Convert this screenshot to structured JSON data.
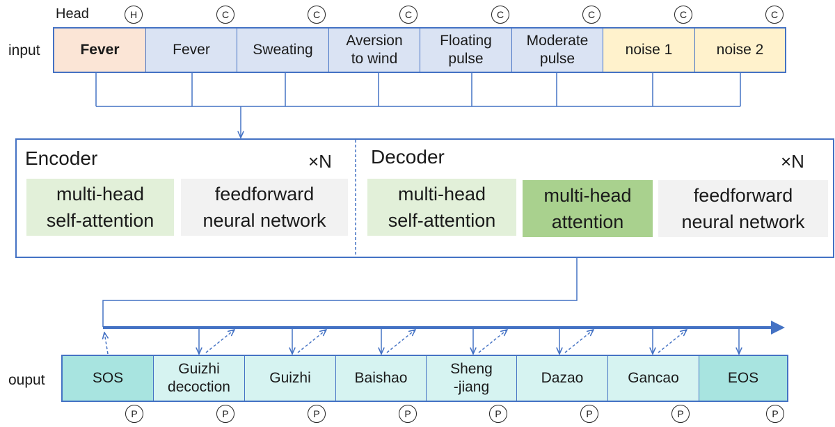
{
  "labels": {
    "head": "Head",
    "input": "input",
    "output": "ouput"
  },
  "input_tokens": [
    {
      "text": "Fever",
      "badge": "H",
      "bg": "#fbe5d6",
      "bold": true
    },
    {
      "text": "Fever",
      "badge": "C",
      "bg": "#dae3f3",
      "bold": false
    },
    {
      "text": "Sweating",
      "badge": "C",
      "bg": "#dae3f3",
      "bold": false
    },
    {
      "text": "Aversion\nto wind",
      "badge": "C",
      "bg": "#dae3f3",
      "bold": false
    },
    {
      "text": "Floating\npulse",
      "badge": "C",
      "bg": "#dae3f3",
      "bold": false
    },
    {
      "text": "Moderate\npulse",
      "badge": "C",
      "bg": "#dae3f3",
      "bold": false
    },
    {
      "text": "noise 1",
      "badge": "C",
      "bg": "#fff2cc",
      "bold": false
    },
    {
      "text": "noise 2",
      "badge": "C",
      "bg": "#fff2cc",
      "bold": false
    }
  ],
  "encoder": {
    "title": "Encoder",
    "repeat": "×N",
    "blocks": [
      {
        "text": "multi-head\nself-attention",
        "bg": "#e2f0d9"
      },
      {
        "text": "feedforward\nneural network",
        "bg": "#f2f2f2"
      }
    ]
  },
  "decoder": {
    "title": "Decoder",
    "repeat": "×N",
    "blocks": [
      {
        "text": "multi-head\nself-attention",
        "bg": "#e2f0d9"
      },
      {
        "text": "multi-head\nattention",
        "bg": "#a9d18e"
      },
      {
        "text": "feedforward\nneural network",
        "bg": "#f2f2f2"
      }
    ]
  },
  "output_tokens": [
    {
      "text": "SOS",
      "badge": "P",
      "bg": "#a8e4e0"
    },
    {
      "text": "Guizhi\ndecoction",
      "badge": "P",
      "bg": "#d6f3f1"
    },
    {
      "text": "Guizhi",
      "badge": "P",
      "bg": "#d6f3f1"
    },
    {
      "text": "Baishao",
      "badge": "P",
      "bg": "#d6f3f1"
    },
    {
      "text": "Sheng\n-jiang",
      "badge": "P",
      "bg": "#d6f3f1"
    },
    {
      "text": "Dazao",
      "badge": "P",
      "bg": "#d6f3f1"
    },
    {
      "text": "Gancao",
      "badge": "P",
      "bg": "#d6f3f1"
    },
    {
      "text": "EOS",
      "badge": "P",
      "bg": "#a8e4e0"
    }
  ],
  "colors": {
    "line": "#4472c4",
    "time_arrow": "#4472c4"
  }
}
